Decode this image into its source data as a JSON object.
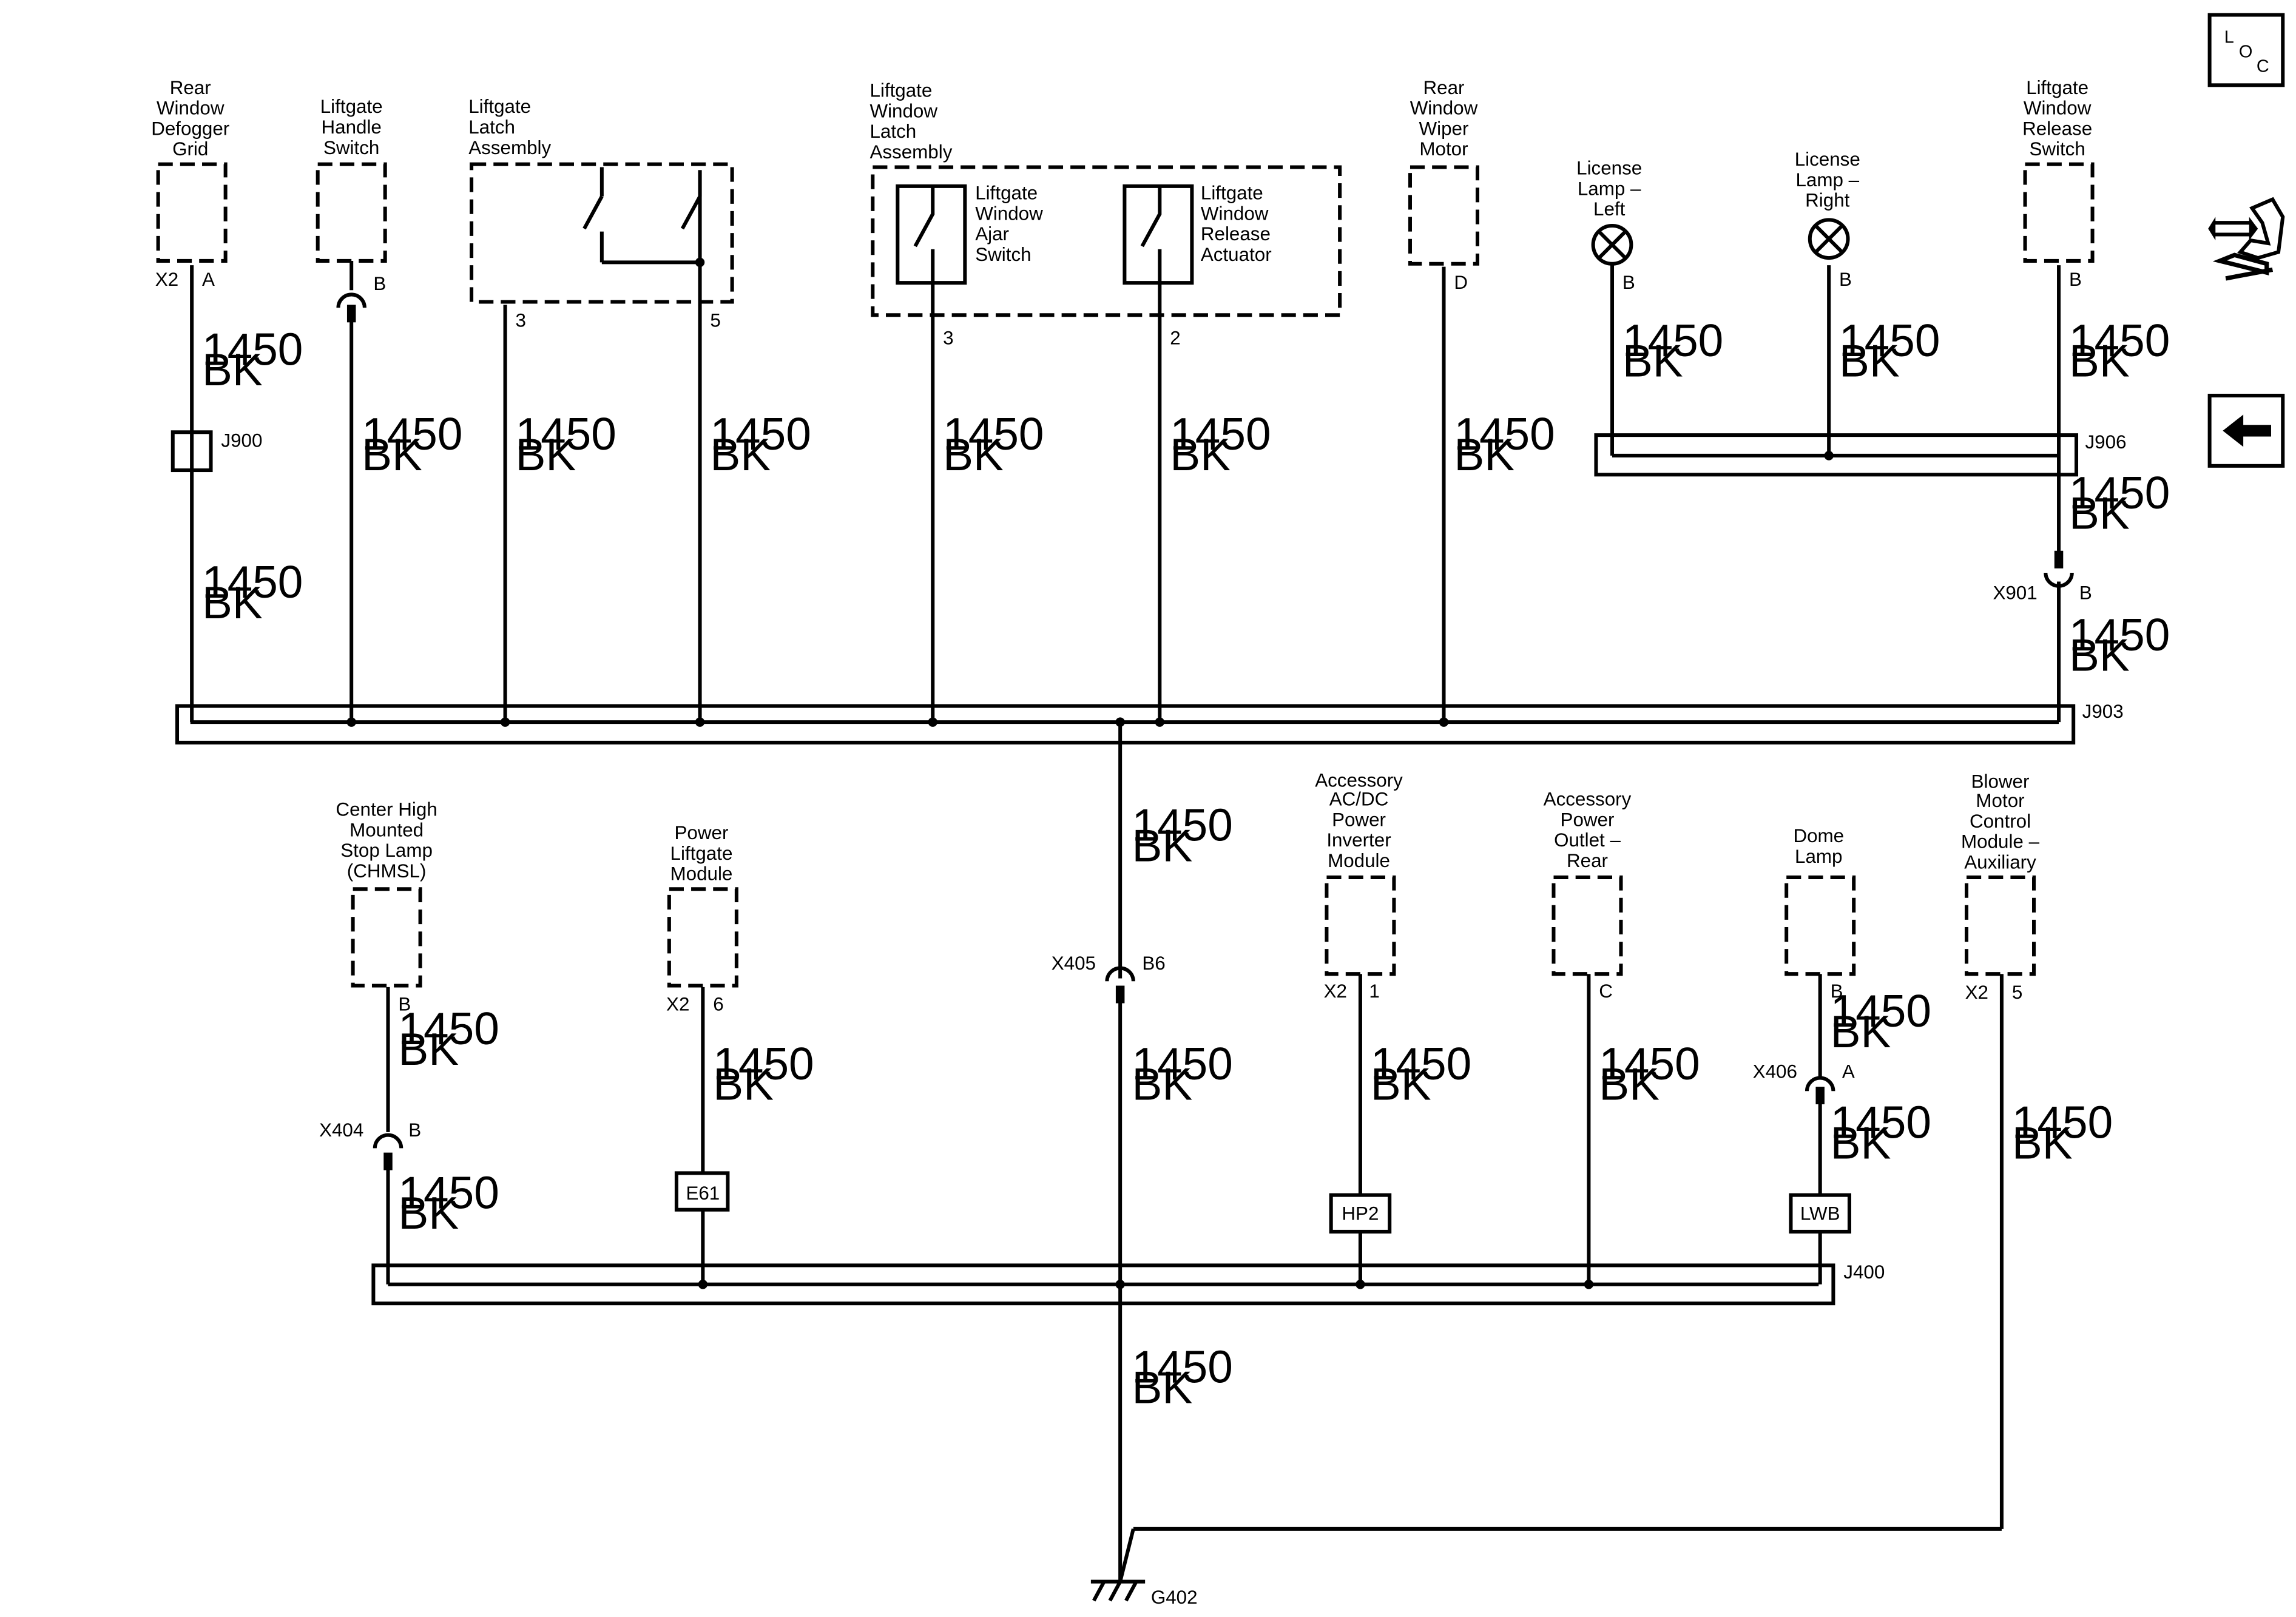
{
  "nav": {
    "loc_label": "LOC",
    "loc_letters": [
      "L",
      "O",
      "C"
    ],
    "connector_icon": "connector-tool-icon",
    "back_icon": "back-arrow-icon"
  },
  "wire": {
    "circuit": "1450",
    "color": "BK"
  },
  "components": {
    "defogger": [
      "Rear",
      "Window",
      "Defogger",
      "Grid"
    ],
    "handle_switch": [
      "Liftgate",
      "Handle",
      "Switch"
    ],
    "latch_assembly": [
      "Liftgate",
      "Latch",
      "Assembly"
    ],
    "window_latch_assembly": [
      "Liftgate",
      "Window",
      "Latch",
      "Assembly"
    ],
    "ajar_switch": [
      "Liftgate",
      "Window",
      "Ajar",
      "Switch"
    ],
    "release_actuator": [
      "Liftgate",
      "Window",
      "Release",
      "Actuator"
    ],
    "wiper_motor": [
      "Rear",
      "Window",
      "Wiper",
      "Motor"
    ],
    "license_left": [
      "License",
      "Lamp –",
      "Left"
    ],
    "license_right": [
      "License",
      "Lamp –",
      "Right"
    ],
    "release_switch": [
      "Liftgate",
      "Window",
      "Release",
      "Switch"
    ],
    "chmsl": [
      "Center High",
      "Mounted",
      "Stop Lamp",
      "(CHMSL)"
    ],
    "power_liftgate": [
      "Power",
      "Liftgate",
      "Module"
    ],
    "inverter": [
      "Accessory",
      "AC/DC",
      "Power",
      "Inverter",
      "Module"
    ],
    "power_outlet": [
      "Accessory",
      "Power",
      "Outlet –",
      "Rear"
    ],
    "dome_lamp": [
      "Dome",
      "Lamp"
    ],
    "blower": [
      "Blower",
      "Motor",
      "Control",
      "Module –",
      "Auxiliary"
    ]
  },
  "pins": {
    "defogger_conn": "X2",
    "defogger_pin": "A",
    "handle_pin": "B",
    "latch_pin_a": "3",
    "latch_pin_b": "5",
    "ajar_pin": "3",
    "actuator_pin": "2",
    "wiper_pin": "D",
    "license_left_pin": "B",
    "license_right_pin": "B",
    "release_pin": "B",
    "chmsl_pin": "B",
    "power_liftgate_conn": "X2",
    "power_liftgate_pin": "6",
    "inverter_conn": "X2",
    "inverter_pin": "1",
    "outlet_pin": "C",
    "dome_pin": "B",
    "blower_conn": "X2",
    "blower_pin": "5"
  },
  "connectors": {
    "x901": "X901",
    "x901_pin": "B",
    "x405": "X405",
    "x405_pin": "B6",
    "x404": "X404",
    "x404_pin": "B",
    "x406": "X406",
    "x406_pin": "A"
  },
  "splices": {
    "j900": "J900",
    "j906": "J906",
    "j903": "J903",
    "j400": "J400"
  },
  "tags": {
    "e61": "E61",
    "hp2": "HP2",
    "lwb": "LWB"
  },
  "ground": {
    "label": "G402"
  }
}
